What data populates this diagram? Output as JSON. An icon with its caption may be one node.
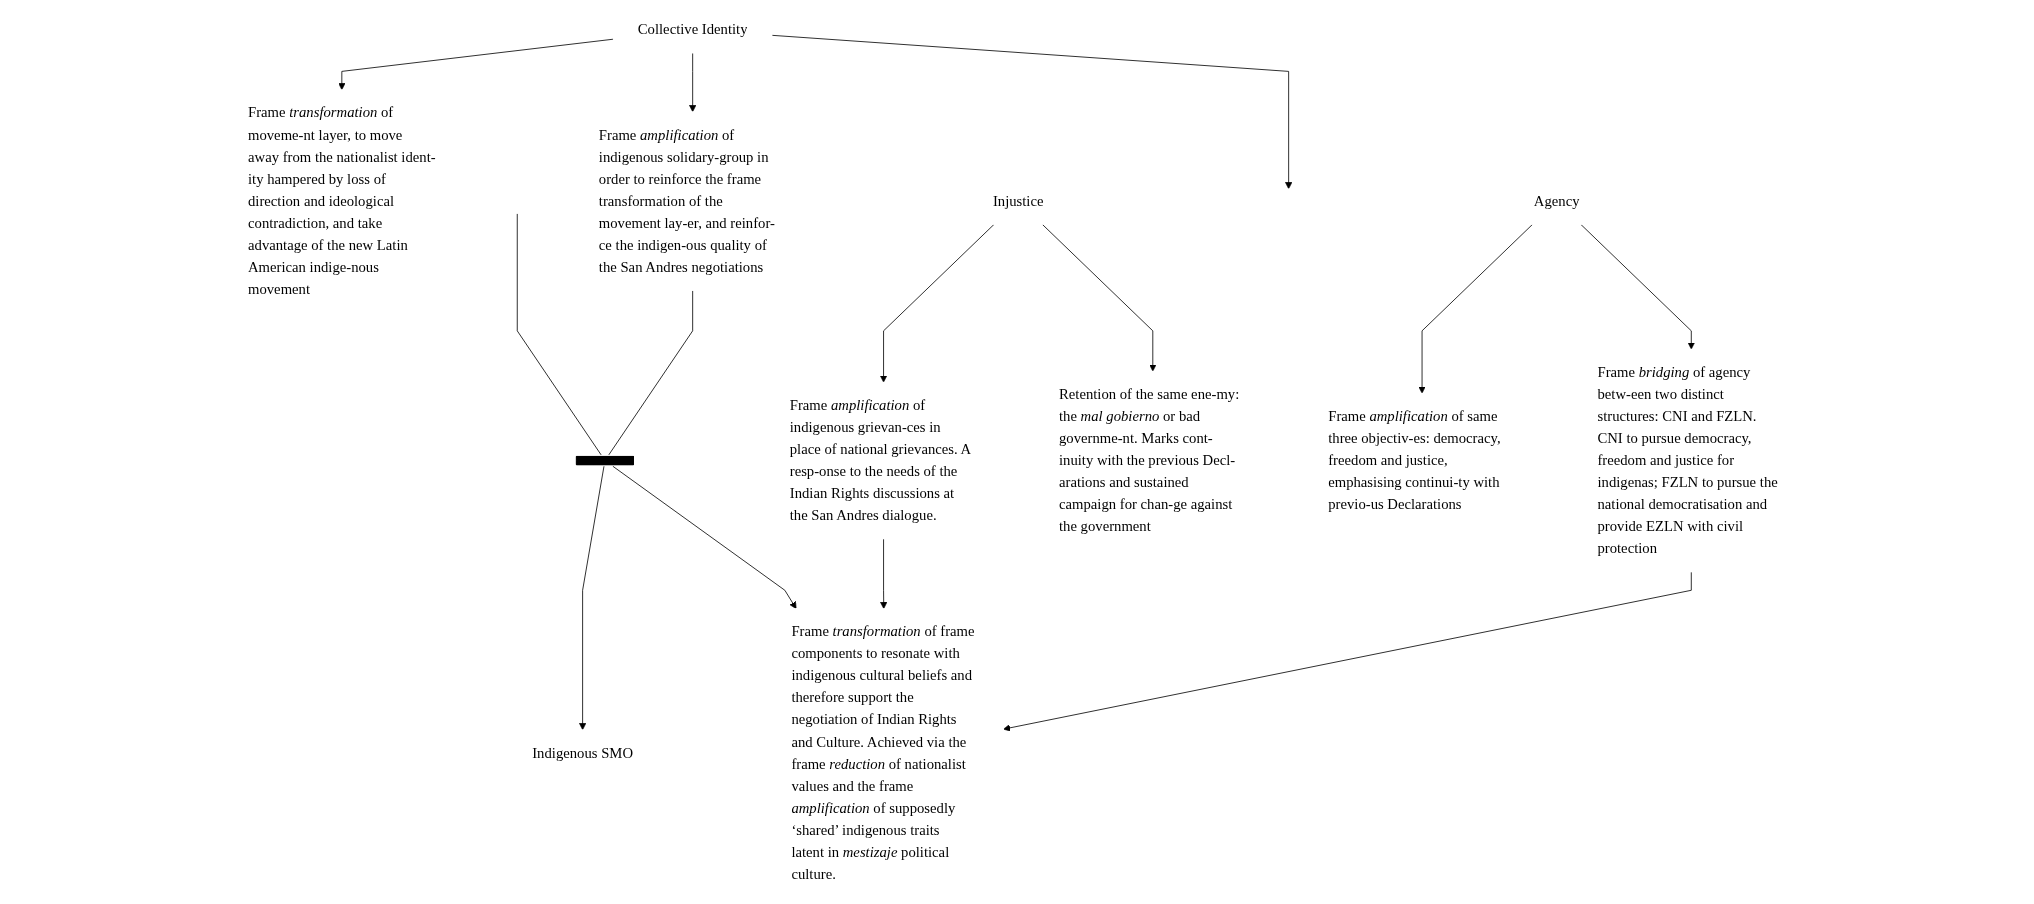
{
  "diagram": {
    "nodes": [
      {
        "text": [
          "Collective Identity"
        ]
      },
      {
        "text": [
          "Frame *transformation* of moveme-nt layer, to move away from the nationalist ident-ity hampered by loss of direction and ideological contradiction, and take advantage of the new Latin American indige-nous movement"
        ]
      },
      {
        "text": [
          "Frame *amplification* of indigenous solidary-group in order to reinforce the frame transformation of the movement lay-er, and reinfor-ce the indigen-ous quality of the San Andres negotiations"
        ]
      },
      {
        "text": [
          "Injustice"
        ]
      },
      {
        "text": [
          "Frame *amplification* of indigenous grievan-ces in place of national grievances. A resp-onse to the needs of the Indian Rights discussions at the San Andres dialogue."
        ]
      },
      {
        "text": [
          "Retention of the same ene-my: the *mal gobierno* or bad governme-nt. Marks cont-inuity with the previous Decl-arations and sustained campaign for chan-ge against the government"
        ]
      },
      {
        "text": [
          "Agency"
        ]
      },
      {
        "text": [
          "Frame *amplification* of same three objectiv-es: democracy, freedom and justice, emphasising continui-ty with previo-us Declarations"
        ]
      },
      {
        "text": [
          "Frame *bridging* of agency betw-een two distinct structures: CNI and FZLN. CNI to pursue democracy, freedom and justice for indigenas; FZLN to pursue the national democratisation and provide EZLN with civil protection"
        ]
      },
      {
        "text": [],
        "shape": "bar"
      },
      {
        "text": [
          "Frame *transformation* of frame components to resonate with indigenous cultural beliefs and therefore support the negotiation of Indian Rights and Culture. Achieved via the frame *reduction* of nationalist values and the frame *amplification* of supposedly ‘shared’ indigenous traits latent in *mestizaje* political culture."
        ]
      },
      {
        "text": [
          "Indigenous SMO"
        ]
      }
    ],
    "edges": [
      {
        "from": 0,
        "to": null,
        "arrow": "to"
      },
      {
        "from": 0,
        "to": 1,
        "arrow": "to"
      },
      {
        "from": 0,
        "to": 2,
        "arrow": "to"
      },
      {
        "from": 3,
        "to": 4,
        "arrow": "to"
      },
      {
        "from": 3,
        "to": 5,
        "arrow": "to"
      },
      {
        "from": 6,
        "to": 7,
        "arrow": "to"
      },
      {
        "from": 6,
        "to": 8,
        "arrow": "to"
      },
      {
        "from": null,
        "to": 9,
        "arrow": "none"
      },
      {
        "from": 2,
        "to": 9,
        "arrow": "none"
      },
      {
        "from": 9,
        "to": 11,
        "arrow": "to"
      },
      {
        "from": 9,
        "to": 10,
        "arrow": "to"
      },
      {
        "from": 4,
        "to": 10,
        "arrow": "to"
      },
      {
        "from": 8,
        "to": 10,
        "arrow": "to"
      }
    ]
  }
}
